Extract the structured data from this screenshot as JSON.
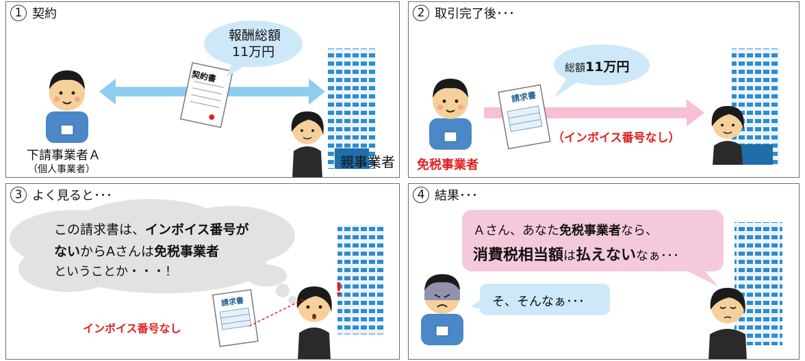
{
  "panel1": {
    "number": "1",
    "title": "契約",
    "bubble_line1": "報酬総額",
    "bubble_line2": "11万円",
    "contract_doc": "契約書",
    "subcontractor_line1": "下請事業者Ａ",
    "subcontractor_line2": "（個人事業者）",
    "parent_company": "親事業者"
  },
  "panel2": {
    "number": "2",
    "title": "取引完了後･･･",
    "bubble_prefix": "総額",
    "bubble_amount": "11万円",
    "invoice_doc": "請求書",
    "no_invoice_number": "（インボイス番号なし）",
    "exempt_label": "免税事業者"
  },
  "panel3": {
    "number": "3",
    "title": "よく見ると･･･",
    "thought_l1_a": "この請求書は、",
    "thought_l1_b": "インボイス番号が",
    "thought_l2_a": "ない",
    "thought_l2_b": "からAさんは",
    "thought_l2_c": "免税事業者",
    "thought_l3": "ということか・・・！",
    "invoice_doc": "請求書",
    "no_invoice_number": "インボイス番号なし",
    "exclaim": "!"
  },
  "panel4": {
    "number": "4",
    "title": "結果･･･",
    "speech_l1_a": "Ａさん、あなた",
    "speech_l1_b": "免税事業者",
    "speech_l1_c": "なら、",
    "speech_l2_a": "消費税相当額",
    "speech_l2_b": "は",
    "speech_l2_c": "払えない",
    "speech_l2_d": "なぁ･･･",
    "reply": "そ、そんなぁ･･･"
  },
  "colors": {
    "arrow_blue": "#8ecdef",
    "arrow_pink": "#f6bfd6",
    "bubble_blue": "#cde8f8",
    "bubble_pink": "#f5c9dc",
    "building": "#2f8ccc",
    "accent_red": "#e0201e"
  }
}
